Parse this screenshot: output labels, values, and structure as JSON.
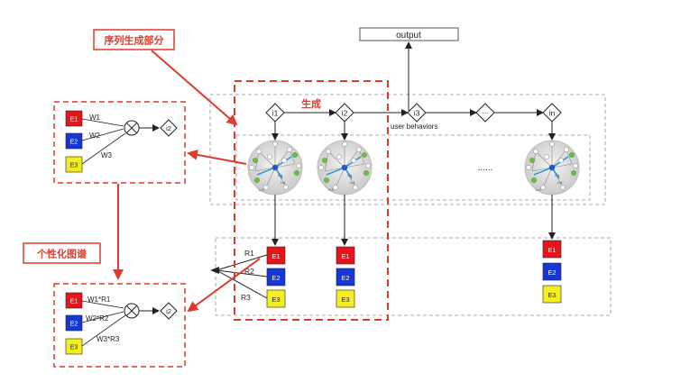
{
  "output_label": "output",
  "user_behaviors_label": "user behaviors",
  "annotations": {
    "sequence_generation": "序列生成部分",
    "generation": "生成",
    "personalized_graph": "个性化图谱"
  },
  "items": [
    {
      "label": "i1"
    },
    {
      "label": "i2"
    },
    {
      "label": "i3"
    },
    {
      "label": "..."
    },
    {
      "label": "in"
    }
  ],
  "ellipsis": "......",
  "graph_node_labels": {
    "center": "i=1",
    "bottom_left": "i=3",
    "bottom_right": "i=4"
  },
  "entities": [
    "E1",
    "E2",
    "E3"
  ],
  "relations": [
    "R1",
    "R2",
    "R3"
  ],
  "top_block": {
    "weights": [
      "W1",
      "W2",
      "W3"
    ],
    "output": "i2"
  },
  "bottom_block": {
    "weights": [
      "W1*R1",
      "W2*R2",
      "W3*R3"
    ],
    "output": "i2"
  },
  "colors": {
    "e1": "#e8141c",
    "e2": "#1636d6",
    "e3": "#f3ee20",
    "annotation": "#e03a2c",
    "dashed_gray": "#a8a8a8"
  }
}
